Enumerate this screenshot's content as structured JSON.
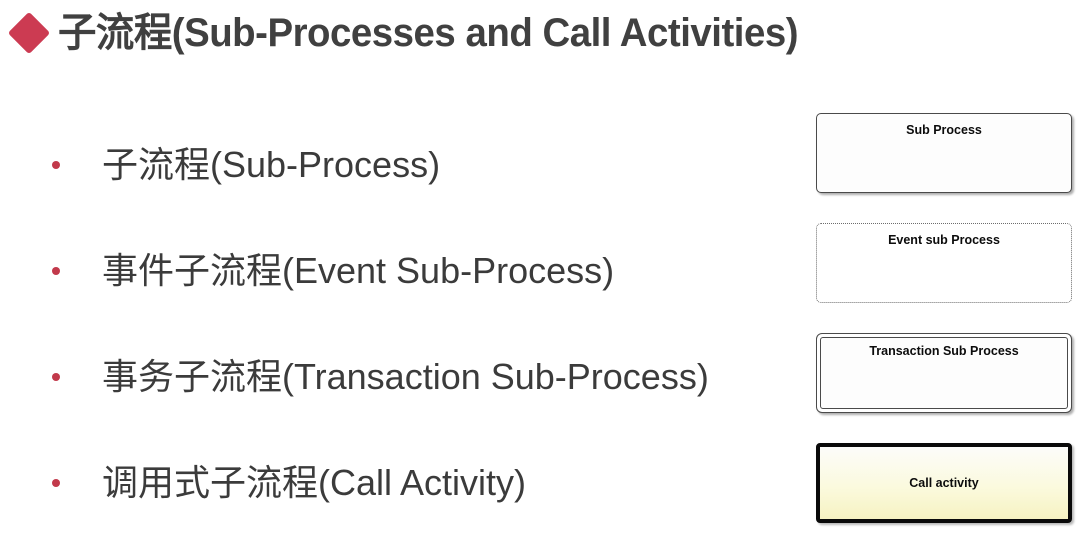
{
  "slide": {
    "title": "子流程(Sub-Processes and Call Activities)",
    "bullet_marker": "diamond",
    "accent_color": "#cc3b52",
    "bullet_color": "#c2394b",
    "title_color": "#404040",
    "body_color": "#3b3b3b",
    "background_color": "#ffffff"
  },
  "bullets": [
    {
      "label": "子流程(Sub-Process)"
    },
    {
      "label": "事件子流程(Event Sub-Process)"
    },
    {
      "label": "事务子流程(Transaction Sub-Process)"
    },
    {
      "label": "调用式子流程(Call Activity)"
    }
  ],
  "shapes": [
    {
      "label": "Sub Process",
      "style": "solid-rounded",
      "border": "solid",
      "fill": "#fdfdfd",
      "text_position": "top-center"
    },
    {
      "label": "Event sub Process",
      "style": "dotted-rounded",
      "border": "dotted",
      "fill": "#ffffff",
      "text_position": "top-center"
    },
    {
      "label": "Transaction Sub Process",
      "style": "double-rounded",
      "border": "double",
      "fill": "#fdfdfd",
      "text_position": "top-center"
    },
    {
      "label": "Call activity",
      "style": "thick-gradient",
      "border": "thick-solid",
      "fill": "#f6f2c2",
      "text_position": "middle-center"
    }
  ]
}
